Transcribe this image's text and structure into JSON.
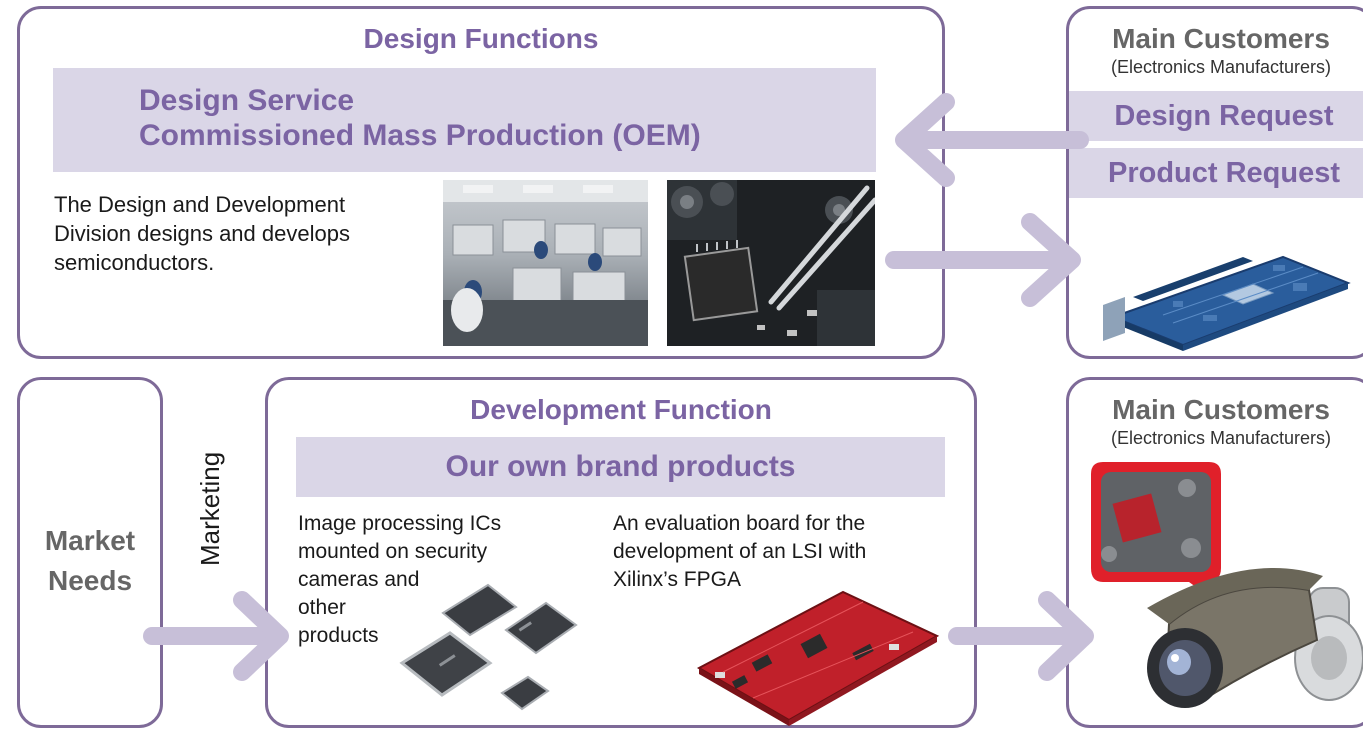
{
  "design": {
    "title": "Design Functions",
    "band_line1": "Design Service",
    "band_line2": "Commissioned Mass Production (OEM)",
    "text_line1": "The Design and Development",
    "text_line2": "Division designs and develops",
    "text_line3": "semiconductors."
  },
  "customers_top": {
    "title": "Main Customers",
    "subtitle": "(Electronics Manufacturers)",
    "design_request": "Design Request",
    "product_request": "Product Request"
  },
  "market": {
    "line1": "Market",
    "line2": "Needs",
    "marketing": "Marketing"
  },
  "development": {
    "title": "Development Function",
    "band": "Our own brand products",
    "ics_line1": "Image processing ICs",
    "ics_line2": "mounted on security",
    "ics_line3": "cameras and",
    "ics_line4": "other",
    "ics_line5": "products",
    "board_line1": "An evaluation board for the",
    "board_line2": "development of an LSI with",
    "board_line3": "Xilinx’s FPGA"
  },
  "customers_bottom": {
    "title": "Main Customers",
    "subtitle": "(Electronics Manufacturers)"
  },
  "colors": {
    "border": "#7e6a98",
    "accent_text": "#7b64a3",
    "band": "#dad6e7",
    "arrow": "#c7bfd8",
    "speech_bubble": "#e0202a"
  }
}
